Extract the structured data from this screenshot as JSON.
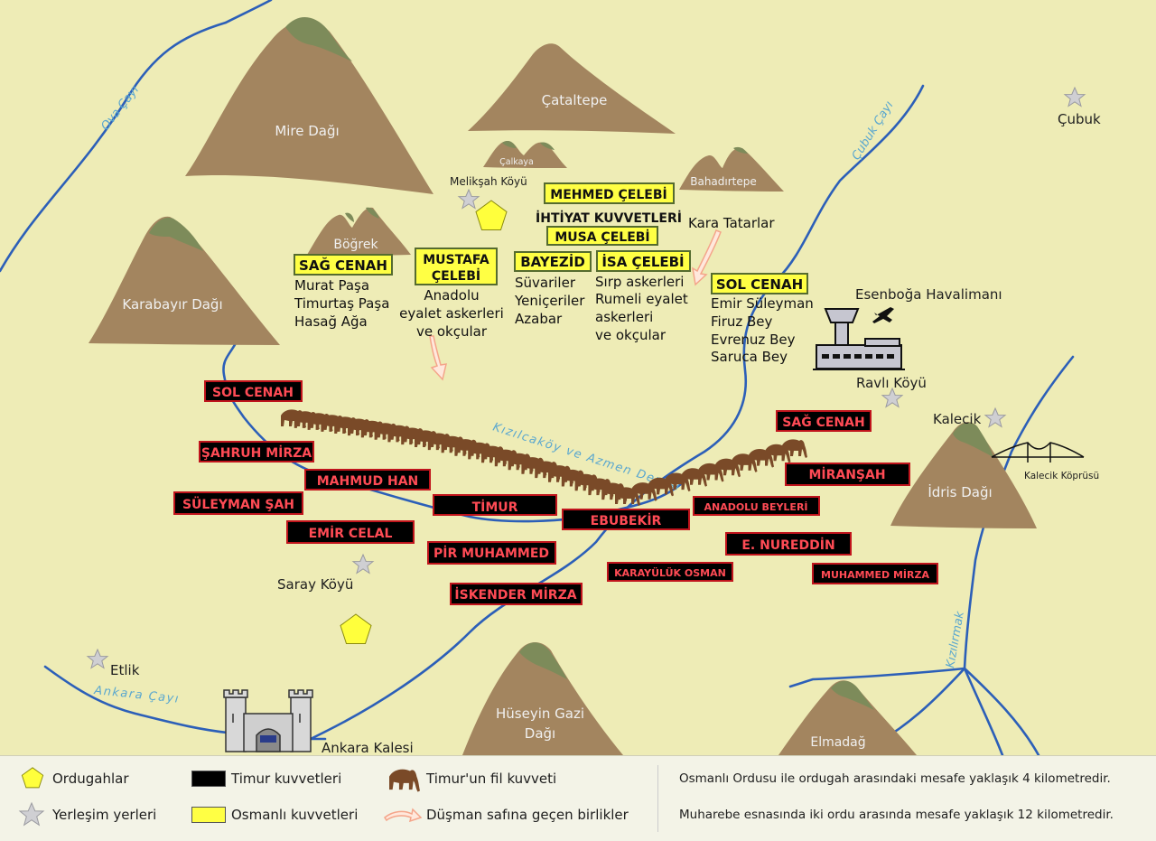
{
  "colors": {
    "background": "#eeecb6",
    "mountain": "#a3855f",
    "mountain_peak": "#7d8b5a",
    "river": "#2c5fb8",
    "river_label": "#5aa7cf",
    "ottoman_box": "#ffff44",
    "ottoman_border": "#556b2f",
    "timur_box": "#000000",
    "timur_border": "#c0141c",
    "timur_text": "#ff4b55",
    "elephant": "#7a4a28",
    "defect_arrow": "#f4a58a"
  },
  "mountains": {
    "mire": "Mire Dağı",
    "cataltepe": "Çataltepe",
    "calkaya": "Çalkaya",
    "bahadirtepe": "Bahadırtepe",
    "bogrek": "Böğrek",
    "karabayir": "Karabayır Dağı",
    "idris": "İdris Dağı",
    "huseyingazi_1": "Hüseyin Gazi",
    "huseyingazi_2": "Dağı",
    "elmadag": "Elmadağ"
  },
  "rivers": {
    "ova": "Ova Çayı",
    "cubuk": "Çubuk Çayı",
    "kizilcakoy": "Kızılcaköy ve Azmen Deresi",
    "ankara": "Ankara Çayı",
    "kizilirmak": "Kızılırmak"
  },
  "places": {
    "cubuk": "Çubuk",
    "meliksah": "Melikşah Köyü",
    "esenboga": "Esenboğa Havalimanı",
    "ravli": "Ravlı Köyü",
    "kalecik": "Kalecik",
    "kalecik_bridge": "Kalecik Köprüsü",
    "saray": "Saray Köyü",
    "etlik": "Etlik",
    "ankara_castle": "Ankara Kalesi"
  },
  "ottoman": {
    "mehmed": "MEHMED ÇELEBİ",
    "reserve": "İHTİYAT KUVVETLERİ",
    "musa": "MUSA ÇELEBİ",
    "kara_tatarlar": "Kara Tatarlar",
    "right_wing": {
      "title": "SAĞ CENAH",
      "lines": [
        "Murat Paşa",
        "Timurtaş Paşa",
        "Hasağ Ağa"
      ]
    },
    "mustafa": {
      "title_1": "MUSTAFA",
      "title_2": "ÇELEBİ",
      "lines": [
        "Anadolu",
        "eyalet askerleri",
        "ve okçular"
      ]
    },
    "bayezid": {
      "title": "BAYEZİD",
      "lines": [
        "Süvariler",
        "Yeniçeriler",
        "Azabar"
      ]
    },
    "isa": {
      "title": "İSA ÇELEBİ",
      "lines": [
        "Sırp askerleri",
        "Rumeli eyalet",
        "askerleri",
        "ve okçular"
      ]
    },
    "left_wing": {
      "title": "SOL CENAH",
      "lines": [
        "Emir Süleyman",
        "Firuz Bey",
        "Evrenuz Bey",
        "Saruca Bey"
      ]
    }
  },
  "timur": {
    "left_wing": "SOL CENAH",
    "sahruh": "ŞAHRUH MİRZA",
    "mahmud": "MAHMUD HAN",
    "suleyman": "SÜLEYMAN ŞAH",
    "timur": "TİMUR",
    "emir_celal": "EMİR CELAL",
    "ebubekir": "EBUBEKİR",
    "pir_muhammed": "PİR MUHAMMED",
    "iskender": "İSKENDER MİRZA",
    "right_wing": "SAĞ CENAH",
    "miransah": "MİRANŞAH",
    "anadolu_beyleri": "ANADOLU BEYLERİ",
    "nureddin": "E. NUREDDİN",
    "karayuluk": "KARAYÜLÜK OSMAN",
    "muhammed_mirza": "MUHAMMED MİRZA"
  },
  "legend": {
    "camps": "Ordugahlar",
    "settlements": "Yerleşim yerleri",
    "timur_forces": "Timur kuvvetleri",
    "ottoman_forces": "Osmanlı kuvvetleri",
    "elephants": "Timur'un fil kuvveti",
    "defectors": "Düşman safına geçen birlikler",
    "note_1": "Osmanlı Ordusu ile ordugah arasındaki mesafe yaklaşık 4 kilometredir.",
    "note_2": "Muharebe esnasında iki ordu arasında mesafe yaklaşık 12 kilometredir."
  }
}
